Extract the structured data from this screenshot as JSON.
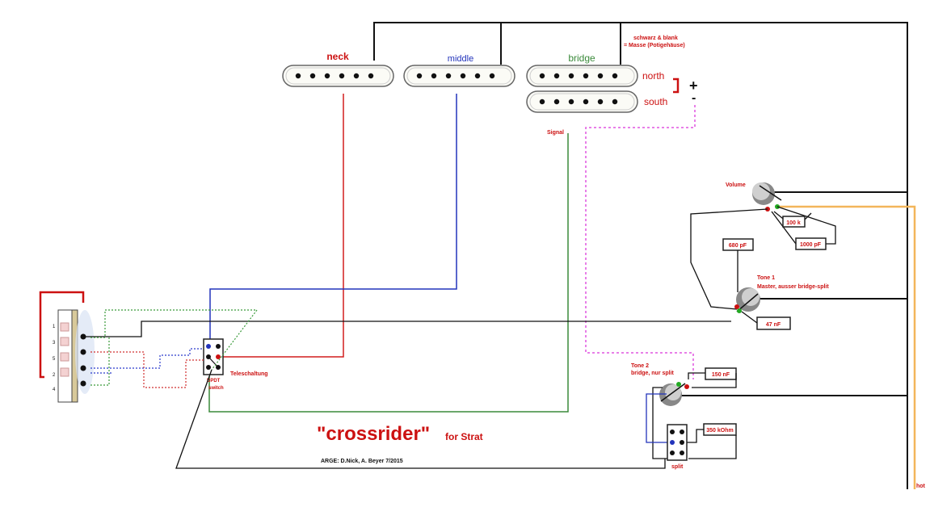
{
  "pickups": {
    "neck": "neck",
    "middle": "middle",
    "bridge": "bridge",
    "north": "north",
    "south": "south"
  },
  "notes": {
    "ground_line1": "schwarz & blank",
    "ground_line2": "= Masse (Potigehäuse)",
    "plus": "+",
    "minus": "-",
    "signal": "Signal",
    "hot": "hot"
  },
  "components": {
    "volume": "Volume",
    "r_100k": "100 k",
    "c_1000pf": "1000 pF",
    "c_680pf": "680 pF",
    "tone1_line1": "Tone 1",
    "tone1_line2": "Master, ausser bridge-split",
    "c_47nf": "47 nF",
    "tone2_line1": "Tone 2",
    "tone2_line2": "bridge, nur split",
    "c_150nf": "150 nF",
    "r_350kohm": "350 kOhm",
    "split": "split",
    "teleschaltung": "Teleschaltung",
    "dpdt_line1": "DPDT",
    "dpdt_line2": "switch"
  },
  "switch_numbers": [
    "1",
    "3",
    "5",
    "2",
    "4"
  ],
  "title": {
    "main": "\"crossrider\"",
    "sub": "for Strat",
    "credit": "ARGE: D.Nick, A. Beyer 7/2015"
  },
  "colors": {
    "red": "#cc1111",
    "blue": "#2233bb",
    "green": "#3a8a3a",
    "magenta": "#e055e0",
    "orange": "#f3b65a"
  }
}
